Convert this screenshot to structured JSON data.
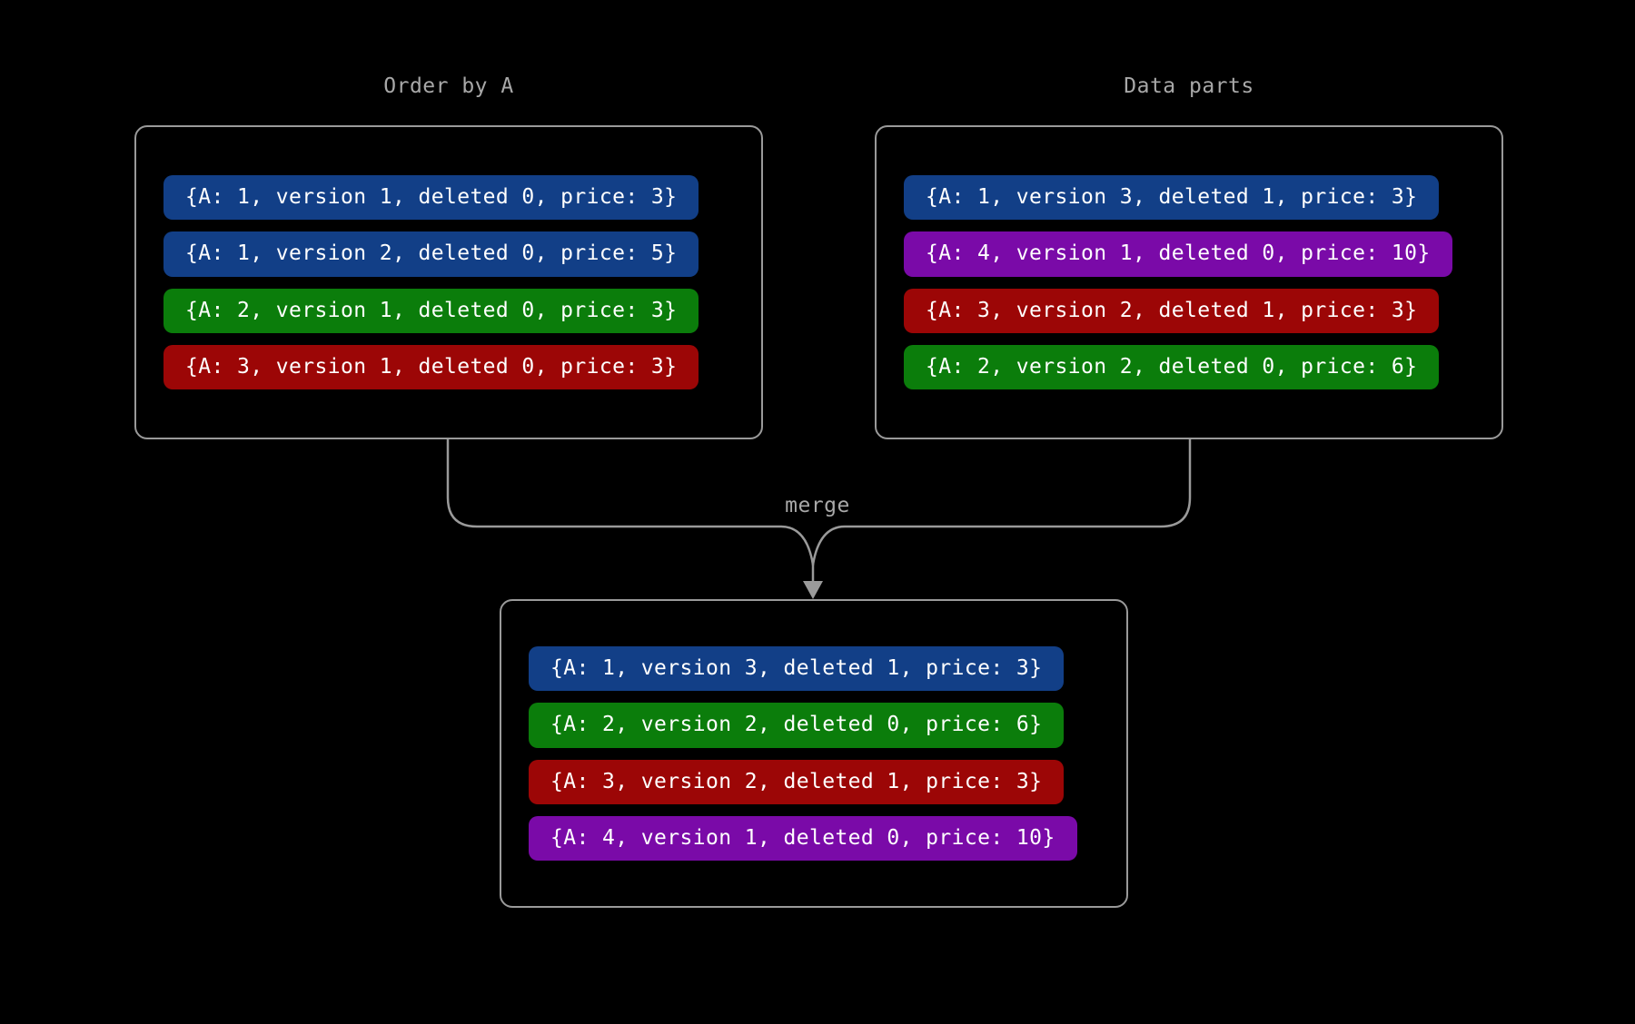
{
  "theme": {
    "background": "#000000",
    "panel_border": "#9a9a9a",
    "label_color": "#a8a8a8",
    "connector_color": "#9a9a9a",
    "row_text_color": "#ffffff",
    "colors": {
      "blue": "#123f87",
      "green": "#0b7d0b",
      "red": "#9c0606",
      "purple": "#7a0aa8"
    }
  },
  "panels": {
    "order_by_a": {
      "title": "Order by A",
      "rows": [
        {
          "text": "{A: 1, version 1, deleted 0, price: 3}",
          "color": "#123f87",
          "color_name": "blue"
        },
        {
          "text": "{A: 1, version 2, deleted 0, price: 5}",
          "color": "#123f87",
          "color_name": "blue"
        },
        {
          "text": "{A: 2, version 1, deleted 0, price: 3}",
          "color": "#0b7d0b",
          "color_name": "green"
        },
        {
          "text": "{A: 3, version 1, deleted 0, price: 3}",
          "color": "#9c0606",
          "color_name": "red"
        }
      ]
    },
    "data_parts": {
      "title": "Data parts",
      "rows": [
        {
          "text": "{A: 1, version 3, deleted 1, price: 3}",
          "color": "#123f87",
          "color_name": "blue"
        },
        {
          "text": "{A: 4, version 1, deleted 0, price: 10}",
          "color": "#7a0aa8",
          "color_name": "purple"
        },
        {
          "text": "{A: 3, version 2, deleted 1, price: 3}",
          "color": "#9c0606",
          "color_name": "red"
        },
        {
          "text": "{A: 2, version 2, deleted 0, price: 6}",
          "color": "#0b7d0b",
          "color_name": "green"
        }
      ]
    },
    "merged": {
      "title": "",
      "rows": [
        {
          "text": "{A: 1, version 3, deleted 1, price: 3}",
          "color": "#123f87",
          "color_name": "blue"
        },
        {
          "text": "{A: 2, version 2, deleted 0, price: 6}",
          "color": "#0b7d0b",
          "color_name": "green"
        },
        {
          "text": "{A: 3, version 2, deleted 1, price: 3}",
          "color": "#9c0606",
          "color_name": "red"
        },
        {
          "text": "{A: 4, version 1, deleted 0, price: 10}",
          "color": "#7a0aa8",
          "color_name": "purple"
        }
      ]
    }
  },
  "connector": {
    "label": "merge"
  }
}
